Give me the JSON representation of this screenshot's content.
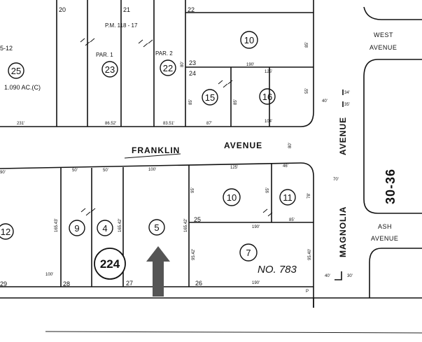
{
  "streets": {
    "franklin": [
      "FRANKLIN",
      "AVENUE"
    ],
    "magnolia_upper": "AVENUE",
    "magnolia_lower": "MAGNOLIA",
    "west_avenue": [
      "WEST",
      "AVENUE"
    ],
    "ash_avenue": [
      "ASH",
      "AVENUE"
    ]
  },
  "book_page": "30-36",
  "map_page": "224",
  "map_number": "NO. 783",
  "parcel_map": "P.M.   118 - 17",
  "top_block": {
    "parcels": [
      {
        "label": "25",
        "area": "1.090 AC.(C)"
      },
      {
        "label": "23",
        "par": "PAR. 1"
      },
      {
        "label": "22",
        "par": "PAR. 2"
      },
      {
        "label": "10"
      },
      {
        "label": "15"
      },
      {
        "label": "16"
      }
    ],
    "line_numbers": [
      "20",
      "21",
      "22",
      "23",
      "24"
    ],
    "partial": "5-12",
    "dims": [
      "231'",
      "86.52'",
      "83.51'",
      "87'",
      "104'",
      "125'",
      "190'",
      "85'",
      "85'",
      "85'",
      "80'",
      "55'"
    ]
  },
  "bottom_block": {
    "parcels": [
      {
        "label": "12"
      },
      {
        "label": "9"
      },
      {
        "label": "4"
      },
      {
        "label": "5"
      },
      {
        "label": "10"
      },
      {
        "label": "11"
      },
      {
        "label": "7"
      }
    ],
    "line_numbers": [
      "29",
      "28",
      "27",
      "26",
      "25"
    ],
    "dims": [
      "90'",
      "50'",
      "50'",
      "100'",
      "125'",
      "46'",
      "95'",
      "95'",
      "78'",
      "190'",
      "85'",
      "100'",
      "190'",
      "165.43'",
      "165.42'",
      "165.42'",
      "95.42'",
      "95.40'",
      "70'",
      "80'"
    ]
  },
  "right_dims": [
    "34'",
    "35'",
    "40'",
    "40'",
    "30'"
  ],
  "street_widths": [
    "P"
  ]
}
